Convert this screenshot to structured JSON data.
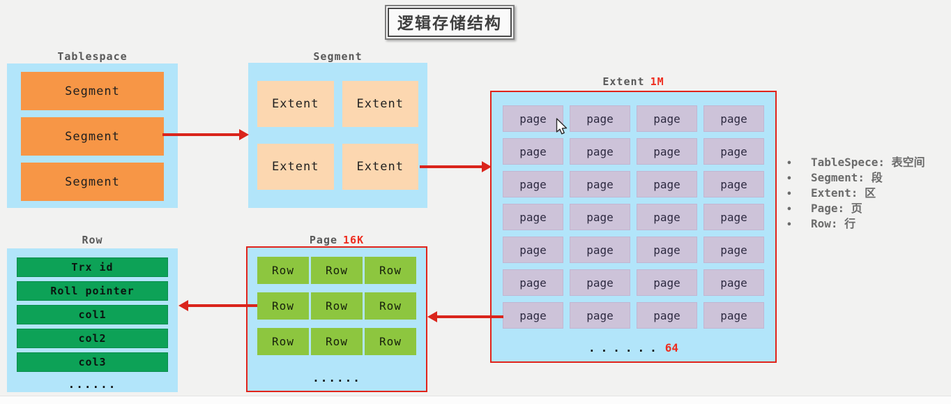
{
  "title": "逻辑存储结构",
  "tablespace": {
    "label": "Tablespace",
    "segments": [
      "Segment",
      "Segment",
      "Segment"
    ]
  },
  "segment": {
    "label": "Segment",
    "extents": [
      "Extent",
      "Extent",
      "Extent",
      "Extent"
    ]
  },
  "extent": {
    "label": "Extent",
    "size": "1M",
    "pages": [
      "page",
      "page",
      "page",
      "page",
      "page",
      "page",
      "page",
      "page",
      "page",
      "page",
      "page",
      "page",
      "page",
      "page",
      "page",
      "page",
      "page",
      "page",
      "page",
      "page",
      "page",
      "page",
      "page",
      "page",
      "page",
      "page",
      "page",
      "page"
    ],
    "ellipsis": "......",
    "page_count": "64"
  },
  "page": {
    "label": "Page",
    "size": "16K",
    "rows": [
      "Row",
      "Row",
      "Row",
      "Row",
      "Row",
      "Row",
      "Row",
      "Row",
      "Row"
    ],
    "ellipsis": "......"
  },
  "row": {
    "label": "Row",
    "fields": [
      "Trx id",
      "Roll pointer",
      "col1",
      "col2",
      "col3"
    ],
    "ellipsis": "......"
  },
  "legend": {
    "bullet": "•",
    "items": [
      "TableSpece: 表空间",
      "Segment: 段",
      "Extent: 区",
      "Page: 页",
      "Row: 行"
    ]
  },
  "colors": {
    "accent_red": "#e0241b",
    "red_text": "#ee2d1f",
    "container_blue": "#b2e5fa",
    "segment_orange": "#f79646",
    "extent_peach": "#fcd7b0",
    "page_lavender": "#cdc3d9",
    "row_green": "#0da257",
    "rowcell_green": "#8dc63f",
    "label_gray": "#595959"
  }
}
